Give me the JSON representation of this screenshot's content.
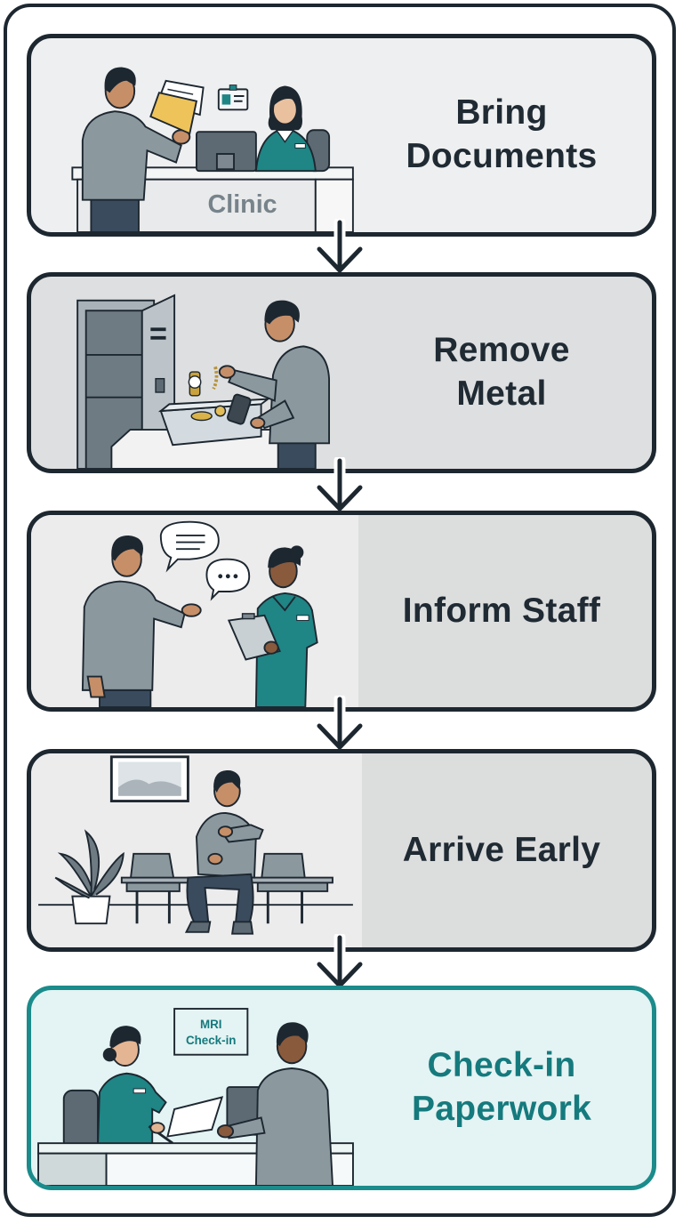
{
  "colors": {
    "outline": "#1d2730",
    "highlight": "#1b8b8b",
    "highlight_text": "#157a7d",
    "scrubs": "#1f8585"
  },
  "steps": [
    {
      "label": "Bring\nDocuments",
      "sign_text": "Clinic"
    },
    {
      "label": "Remove\nMetal"
    },
    {
      "label": "Inform Staff"
    },
    {
      "label": "Arrive Early"
    },
    {
      "label": "Check-in\nPaperwork",
      "sign_line1": "MRI",
      "sign_line2": "Check-in",
      "highlighted": true
    }
  ]
}
